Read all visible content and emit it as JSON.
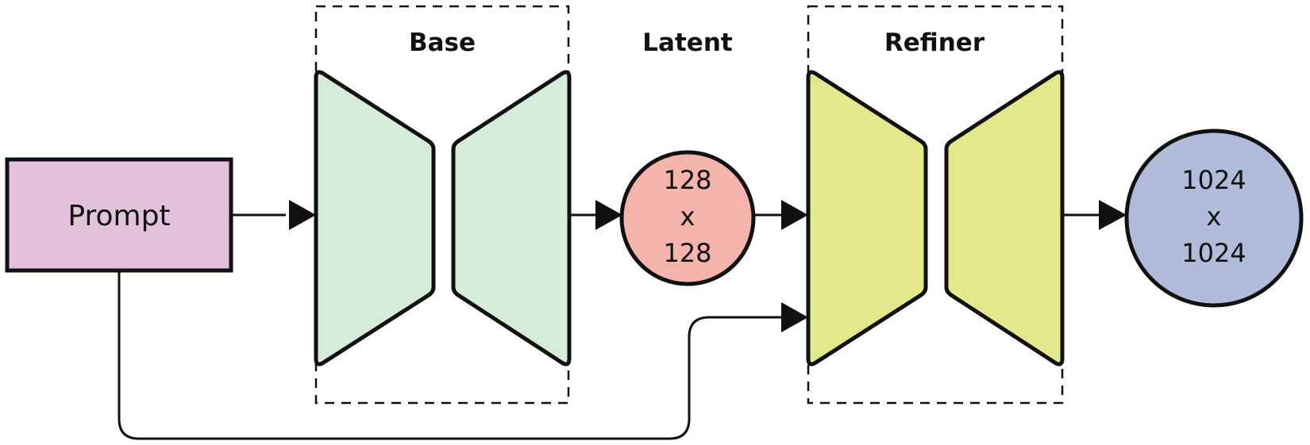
{
  "nodes": {
    "prompt": {
      "label": "Prompt"
    },
    "base": {
      "label": "Base"
    },
    "latent": {
      "label": "Latent",
      "line1": "128",
      "line2": "x",
      "line3": "128"
    },
    "refiner": {
      "label": "Refiner"
    },
    "output": {
      "line1": "1024",
      "line2": "x",
      "line3": "1024"
    }
  },
  "colors": {
    "prompt_fill": "#e2c3db",
    "base_fill": "#d5ecd8",
    "latent_fill": "#f4b3ab",
    "refiner_fill": "#e2e88b",
    "output_fill": "#b0bcda",
    "stroke": "#111111"
  }
}
